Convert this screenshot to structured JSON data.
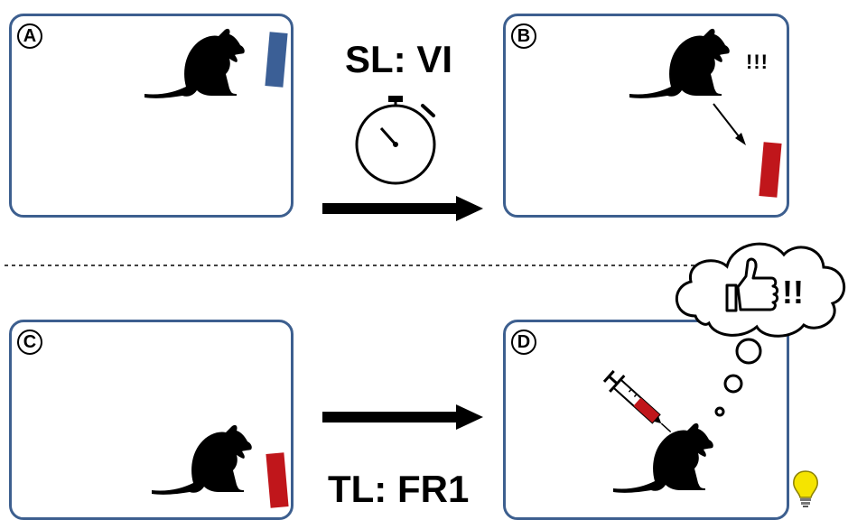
{
  "panels": {
    "a": {
      "badge": "A"
    },
    "b": {
      "badge": "B",
      "exclaim": "!!!"
    },
    "c": {
      "badge": "C"
    },
    "d": {
      "badge": "D"
    }
  },
  "labels": {
    "top_arrow": "SL: VI",
    "bottom_arrow": "TL: FR1"
  },
  "thought": {
    "exclaim": "!!"
  },
  "colors": {
    "panel_border": "#3d5f8f",
    "blue_lever": "#3b5f96",
    "red_lever": "#c0161b",
    "bulb": "#f5e400"
  }
}
